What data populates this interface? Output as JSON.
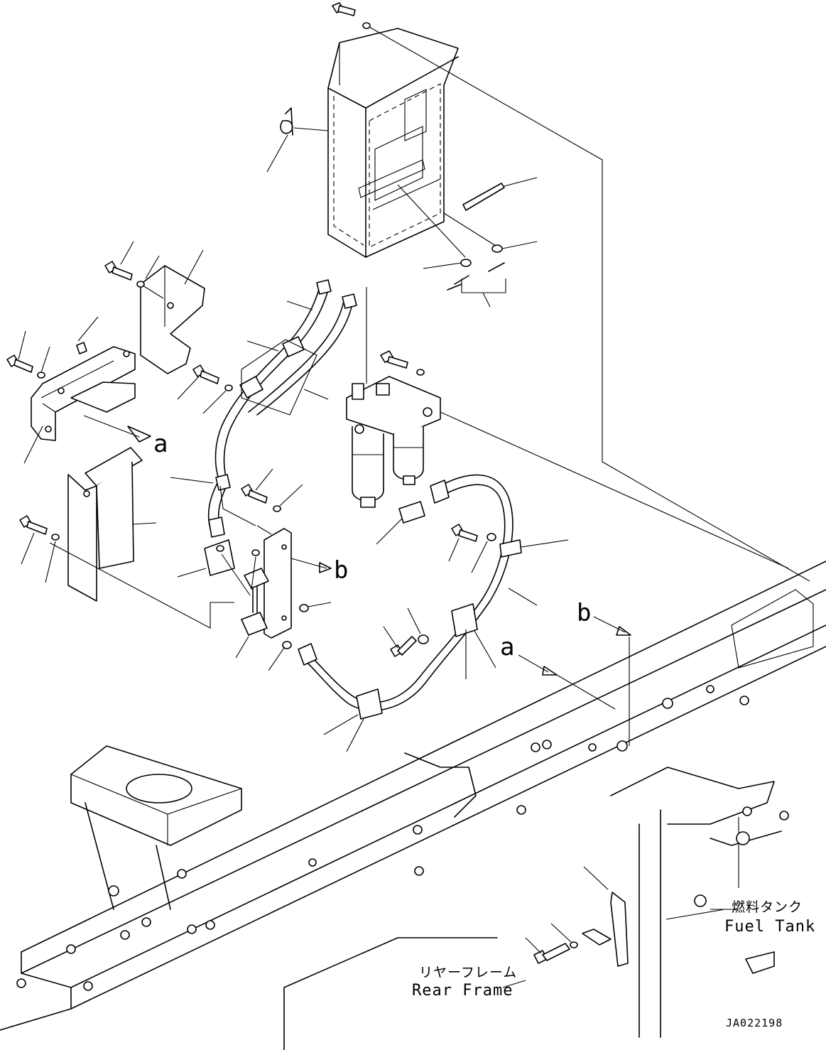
{
  "callouts": {
    "a_upper": "a",
    "b_upper": "b",
    "b_lower": "b",
    "a_lower": "a"
  },
  "labels": {
    "fuel_tank_jp": "燃料タンク",
    "fuel_tank_en": "Fuel Tank",
    "rear_frame_jp": "リヤーフレーム",
    "rear_frame_en": "Rear Frame"
  },
  "drawing_number": "JA022198"
}
